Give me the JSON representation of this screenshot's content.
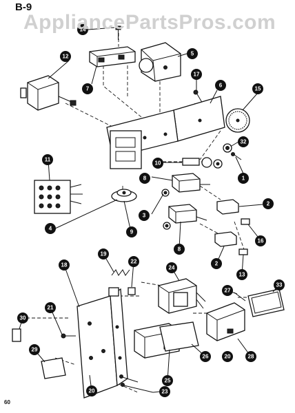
{
  "header": {
    "sheet_code": "B-9",
    "watermark": "AppliancePartsPros.com"
  },
  "footer": {
    "page_number": "60"
  },
  "callouts": {
    "c14": "14",
    "c12": "12",
    "c7": "7",
    "c5": "5",
    "c17": "17",
    "c6": "6",
    "c15": "15",
    "c32": "32",
    "c11": "11",
    "c10": "10",
    "c8a": "8",
    "c1": "1",
    "c3": "3",
    "c2a": "2",
    "c4": "4",
    "c9": "9",
    "c8b": "8",
    "c16": "16",
    "c2b": "2",
    "c13": "13",
    "c18": "18",
    "c19": "19",
    "c22": "22",
    "c24": "24",
    "c21": "21",
    "c27": "27",
    "c33": "33",
    "c30": "30",
    "c29": "29",
    "c26": "26",
    "c20a": "20",
    "c28": "28",
    "c25": "25",
    "c20b": "20",
    "c23": "23"
  }
}
